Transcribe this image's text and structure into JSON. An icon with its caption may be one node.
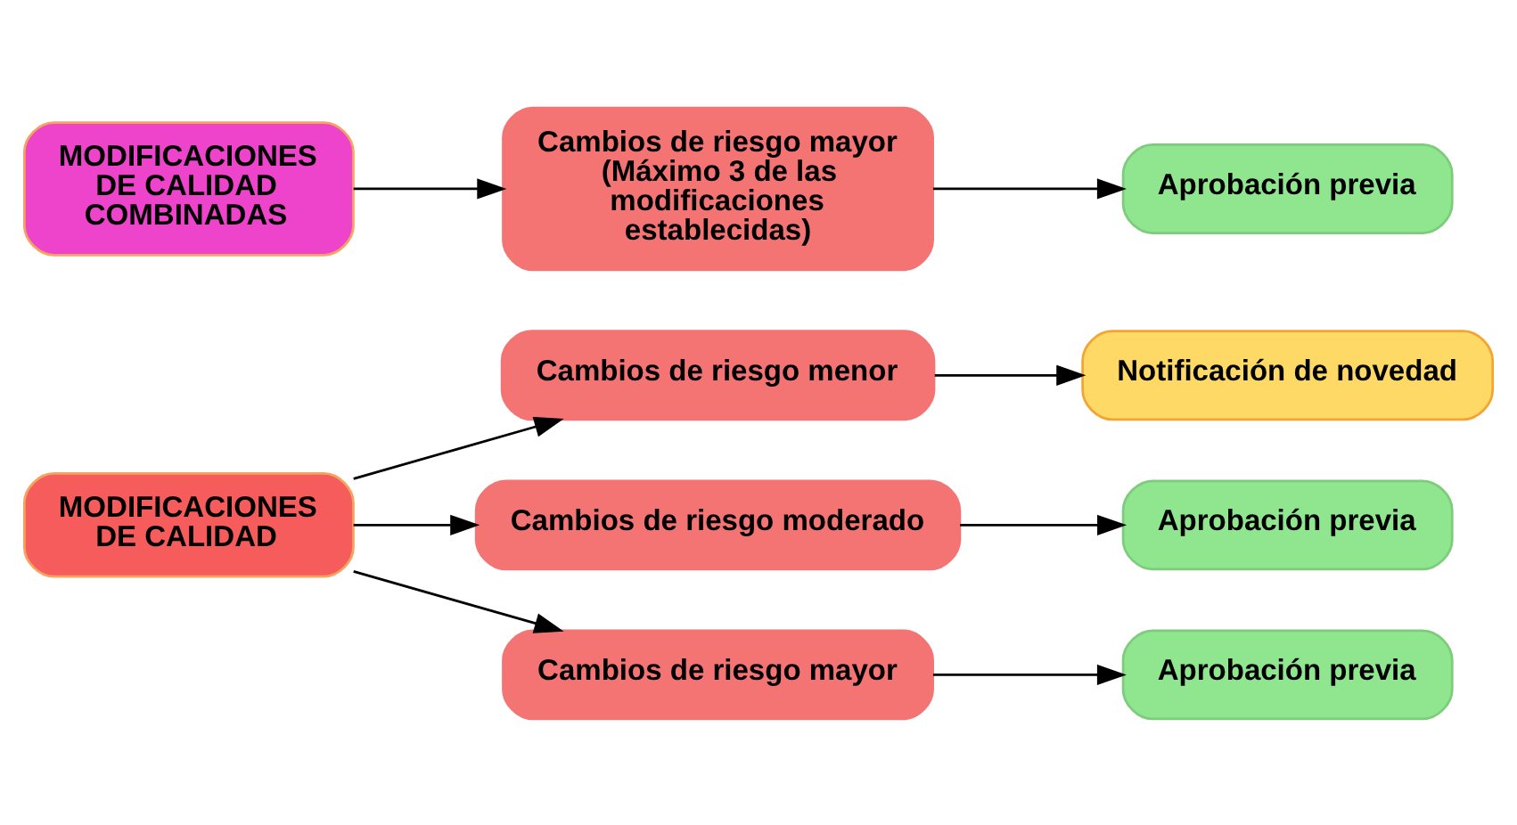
{
  "diagram": {
    "nodes": [
      {
        "text": [
          "MODIFICACIONES DE CALIDAD"
        ]
      },
      {
        "text": [
          "Cambios de riesgo menor"
        ]
      },
      {
        "text": [
          "Notificación de novedad"
        ]
      },
      {
        "text": [
          "Cambios de riesgo moderado"
        ]
      },
      {
        "text": [
          "Aprobación previa"
        ]
      },
      {
        "text": [
          "Cambios de riesgo mayor"
        ]
      },
      {
        "text": [
          "Aprobación previa"
        ]
      },
      {
        "text": [
          "MODIFICACIONES DE CALIDAD COMBINADAS"
        ]
      },
      {
        "text": [
          "Cambios de riesgo mayor (Máximo 3 de las modificaciones establecidas)"
        ]
      },
      {
        "text": [
          "Aprobación previa"
        ]
      }
    ],
    "edges": [
      {
        "from": 0,
        "to": 1,
        "arrow": "to"
      },
      {
        "from": 0,
        "to": 3,
        "arrow": "to"
      },
      {
        "from": 0,
        "to": 5,
        "arrow": "to"
      },
      {
        "from": 1,
        "to": 2,
        "arrow": "to"
      },
      {
        "from": 3,
        "to": 4,
        "arrow": "to"
      },
      {
        "from": 5,
        "to": 6,
        "arrow": "to"
      },
      {
        "from": 7,
        "to": 8,
        "arrow": "to"
      },
      {
        "from": 8,
        "to": 9,
        "arrow": "to"
      }
    ]
  }
}
